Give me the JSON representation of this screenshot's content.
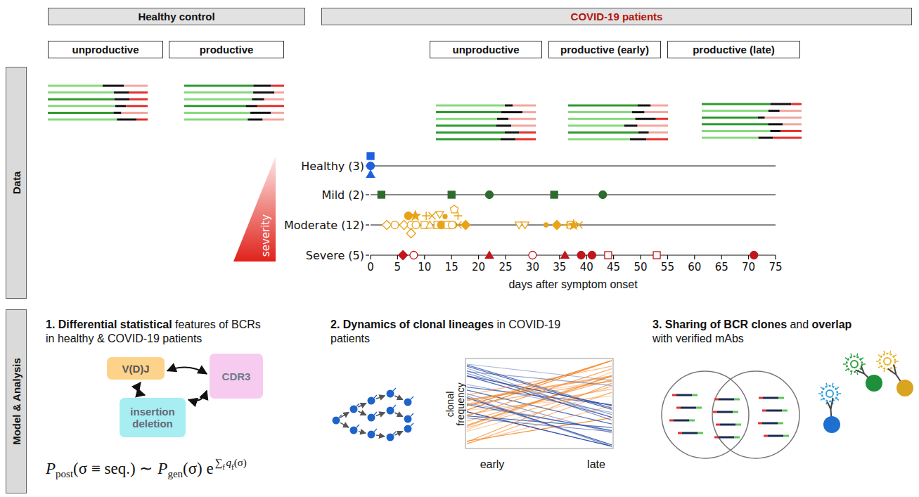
{
  "diagram": {
    "nodes": [
      {
        "text": [
          "Healthy control"
        ]
      },
      {
        "text": [
          "COVID-19 patients"
        ]
      },
      {
        "text": [
          "unproductive"
        ]
      },
      {
        "text": [
          "productive"
        ]
      },
      {
        "text": [
          "unproductive"
        ]
      },
      {
        "text": [
          "productive (early)"
        ]
      },
      {
        "text": [
          "productive (late)"
        ]
      },
      {
        "text": [
          "Data"
        ]
      },
      {
        "text": [
          "severity"
        ]
      },
      {
        "text": [
          "Model & Analysis"
        ]
      },
      {
        "text": [
          "V(D)J"
        ]
      },
      {
        "text": [
          "CDR3"
        ]
      },
      {
        "text": [
          "insertion deletion"
        ]
      }
    ],
    "edges": [
      {
        "from": 10,
        "to": 11,
        "arrow": "both"
      },
      {
        "from": 10,
        "to": 12,
        "arrow": "both"
      },
      {
        "from": 12,
        "to": 11,
        "arrow": "both"
      }
    ],
    "labels": [
      "Healthy (3)",
      "Mild (2)",
      "Moderate (12)",
      "Severe (5)",
      "0",
      "5",
      "10",
      "15",
      "20",
      "25",
      "30",
      "35",
      "40",
      "45",
      "50",
      "55",
      "60",
      "65",
      "70",
      "75",
      "days after symptom onset",
      "1. Differential statistical",
      "features of BCRs in healthy & COVID-19 patients",
      "P",
      "post",
      "(σ ≡ seq.) ∼",
      "P",
      "gen",
      "(σ) e",
      "∑",
      "f",
      "q",
      "f",
      "(σ)",
      "2. Dynamics of clonal lineages",
      "in COVID-19 patients",
      "clonal frequency",
      "early",
      "late",
      "3. Sharing of BCR clones",
      "and",
      "overlap",
      "with verified mAbs"
    ]
  }
}
